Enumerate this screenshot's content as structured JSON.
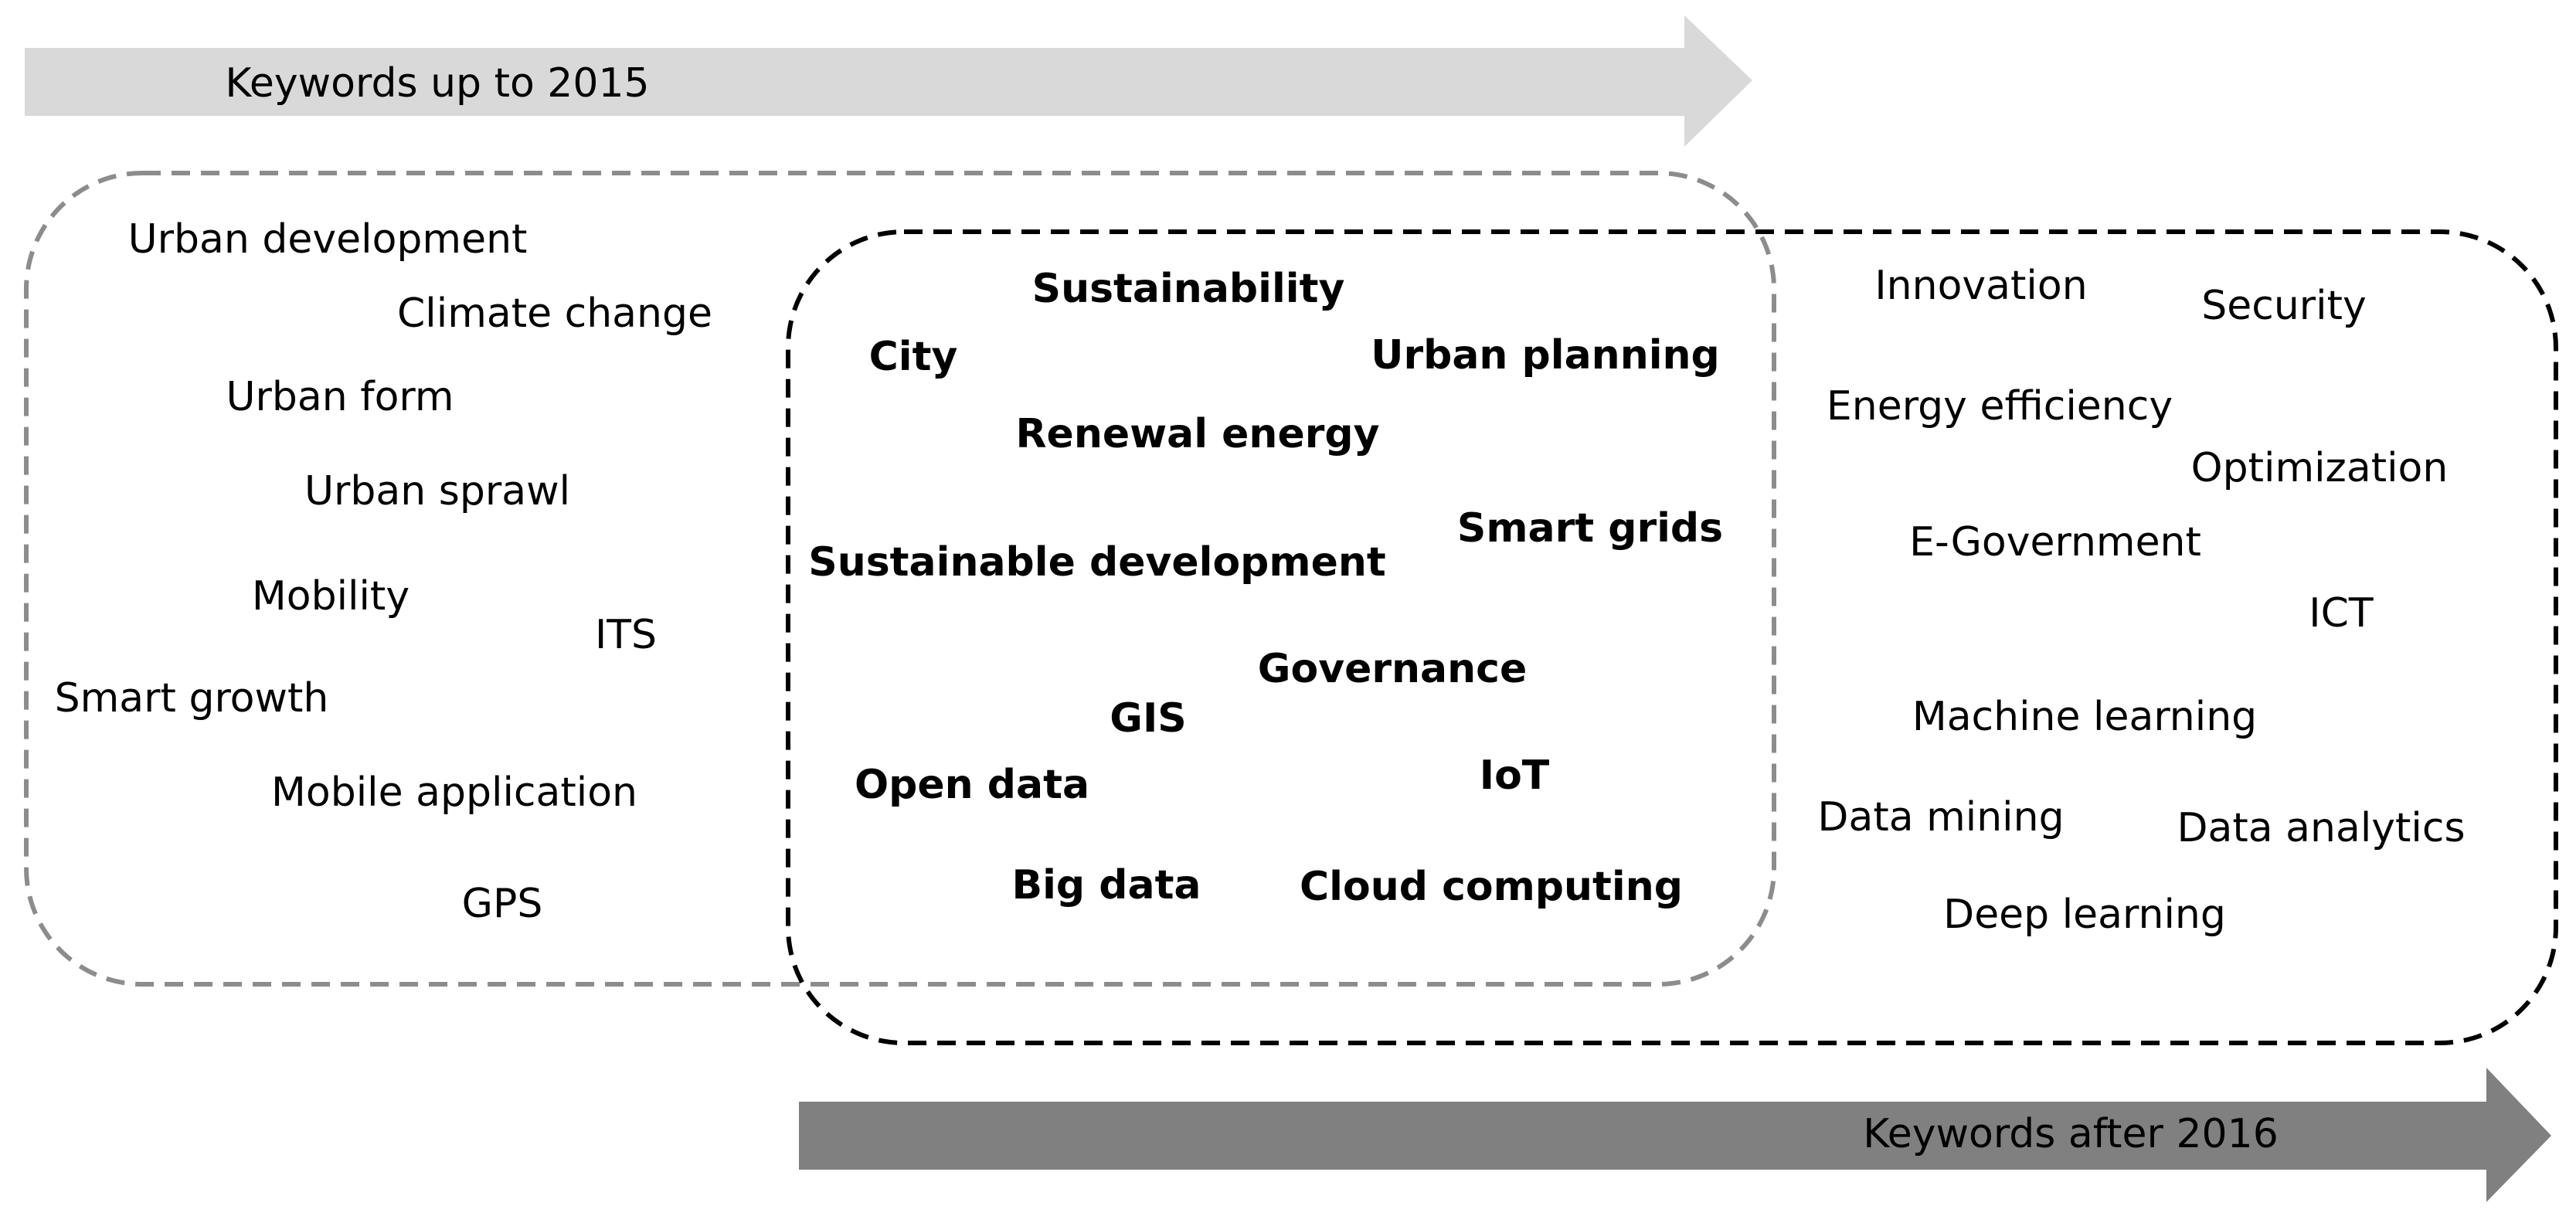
{
  "arrows": {
    "before": {
      "label": "Keywords up to 2015",
      "color": "#d9d9d9"
    },
    "after": {
      "label": "Keywords after 2016",
      "color": "#808080"
    }
  },
  "boxes": {
    "before_border_color": "#8c8c8c",
    "after_border_color": "#000000"
  },
  "keywords": {
    "before_only": [
      "Urban development",
      "Climate change",
      "Urban form",
      "Urban sprawl",
      "Mobility",
      "ITS",
      "Smart growth",
      "Mobile application",
      "GPS"
    ],
    "shared": [
      "Sustainability",
      "City",
      "Urban planning",
      "Renewal energy",
      "Sustainable development",
      "Smart grids",
      "Governance",
      "GIS",
      "Open data",
      "IoT",
      "Big data",
      "Cloud computing"
    ],
    "after_only": [
      "Innovation",
      "Security",
      "Energy efficiency",
      "Optimization",
      "E-Government",
      "ICT",
      "Machine learning",
      "Data mining",
      "Data analytics",
      "Deep learning"
    ]
  }
}
